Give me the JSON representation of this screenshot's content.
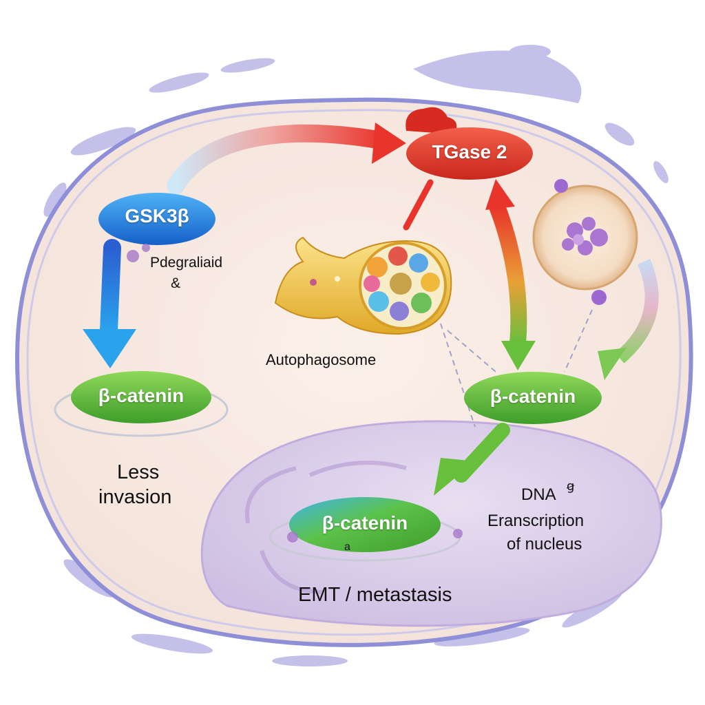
{
  "nodes": {
    "gsk3b": "GSK3β",
    "tgase2": "TGase 2",
    "catenin_left": "β-catenin",
    "catenin_right": "β-catenin",
    "catenin_nucleus": "β-catenin"
  },
  "labels": {
    "degradation_line1": "Pdegraliaid",
    "degradation_line2": "&",
    "autophagosome": "Autophagosome",
    "less_invasion_line1": "Less",
    "less_invasion_line2": "invasion",
    "dna": "DNA",
    "dna_mark": "ꞡ",
    "transcription_line1": "Eranscription",
    "transcription_line2": "of nucleus",
    "emt_metastasis": "EMT / metastasis",
    "nucleus_mark": "a"
  },
  "colors": {
    "cytoplasm": "#f7e9e1",
    "membrane": "#8e8fd6",
    "nucleus": "#dcd0ea",
    "gsk3b": "#1f78d8",
    "tgase2": "#e03a2a",
    "catenin": "#55b53a",
    "arrow_blue": "#1e6fd9",
    "arrow_red": "#e8342a",
    "arrow_green": "#67bf3c"
  }
}
